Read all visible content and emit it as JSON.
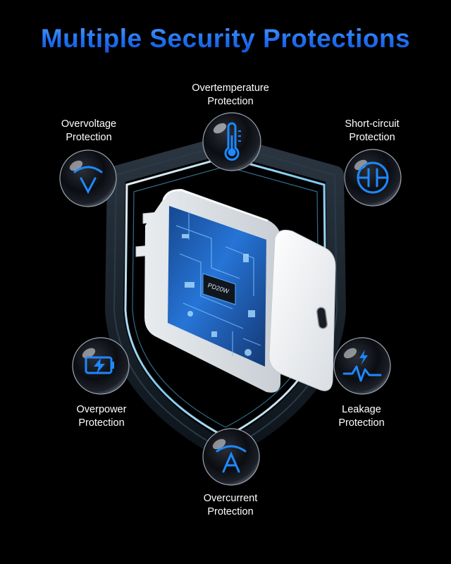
{
  "title": "Multiple Security Protections",
  "product": {
    "chip_label": "PD20W"
  },
  "protections": [
    {
      "line1": "Overtemperature",
      "line2": "Protection",
      "icon": "thermometer-icon"
    },
    {
      "line1": "Overvoltage",
      "line2": "Protection",
      "icon": "voltage-gauge-icon"
    },
    {
      "line1": "Short-circuit",
      "line2": "Protection",
      "icon": "capacitor-icon"
    },
    {
      "line1": "Overpower",
      "line2": "Protection",
      "icon": "battery-bolt-icon"
    },
    {
      "line1": "Leakage",
      "line2": "Protection",
      "icon": "lightning-pulse-icon"
    },
    {
      "line1": "Overcurrent",
      "line2": "Protection",
      "icon": "ampere-gauge-icon"
    }
  ],
  "colors": {
    "accent": "#1f6ff2",
    "icon_blue": "#1e88ff",
    "background": "#000000"
  }
}
